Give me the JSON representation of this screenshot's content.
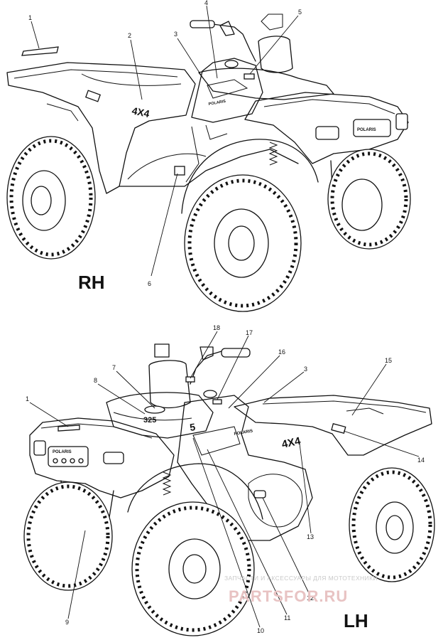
{
  "views": [
    {
      "id": "rh",
      "label": "RH"
    },
    {
      "id": "lh",
      "label": "LH"
    }
  ],
  "callouts_rh": [
    {
      "id": "rh-1",
      "text": "1"
    },
    {
      "id": "rh-2",
      "text": "2"
    },
    {
      "id": "rh-3",
      "text": "3"
    },
    {
      "id": "rh-4",
      "text": "4"
    },
    {
      "id": "rh-5",
      "text": "5"
    },
    {
      "id": "rh-6",
      "text": "6"
    }
  ],
  "callouts_lh": [
    {
      "id": "lh-1",
      "text": "1"
    },
    {
      "id": "lh-3",
      "text": "3"
    },
    {
      "id": "lh-7",
      "text": "7"
    },
    {
      "id": "lh-8",
      "text": "8"
    },
    {
      "id": "lh-9",
      "text": "9"
    },
    {
      "id": "lh-10",
      "text": "10"
    },
    {
      "id": "lh-11",
      "text": "11"
    },
    {
      "id": "lh-12",
      "text": "12"
    },
    {
      "id": "lh-13",
      "text": "13"
    },
    {
      "id": "lh-14",
      "text": "14"
    },
    {
      "id": "lh-15",
      "text": "15"
    },
    {
      "id": "lh-16",
      "text": "16"
    },
    {
      "id": "lh-17",
      "text": "17"
    },
    {
      "id": "lh-18",
      "text": "18"
    }
  ],
  "decals": {
    "four_by_four": "4X4",
    "brand": "POLARIS",
    "model": "325",
    "model_small": "5"
  },
  "watermark": {
    "tagline": "ЗАПЧАСТИ И АКСЕССУАРЫ ДЛЯ МОТОТЕХНИКИ",
    "site": "PARTSFOR.RU"
  }
}
